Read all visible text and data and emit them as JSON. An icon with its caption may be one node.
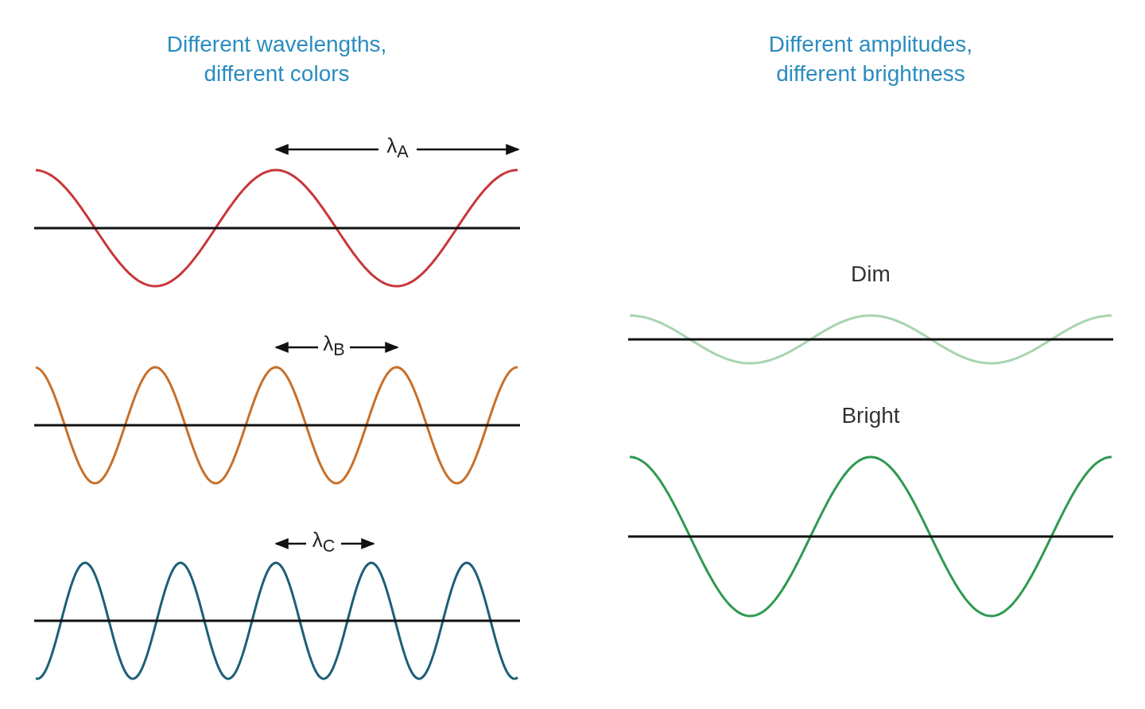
{
  "diagram": {
    "labels": [
      "Different wavelengths, different colors",
      "Different amplitudes, different brightness",
      "λ$_{A}$",
      "Dim",
      "λ$_{B}$",
      "Bright",
      "λ$_{C}$"
    ]
  }
}
